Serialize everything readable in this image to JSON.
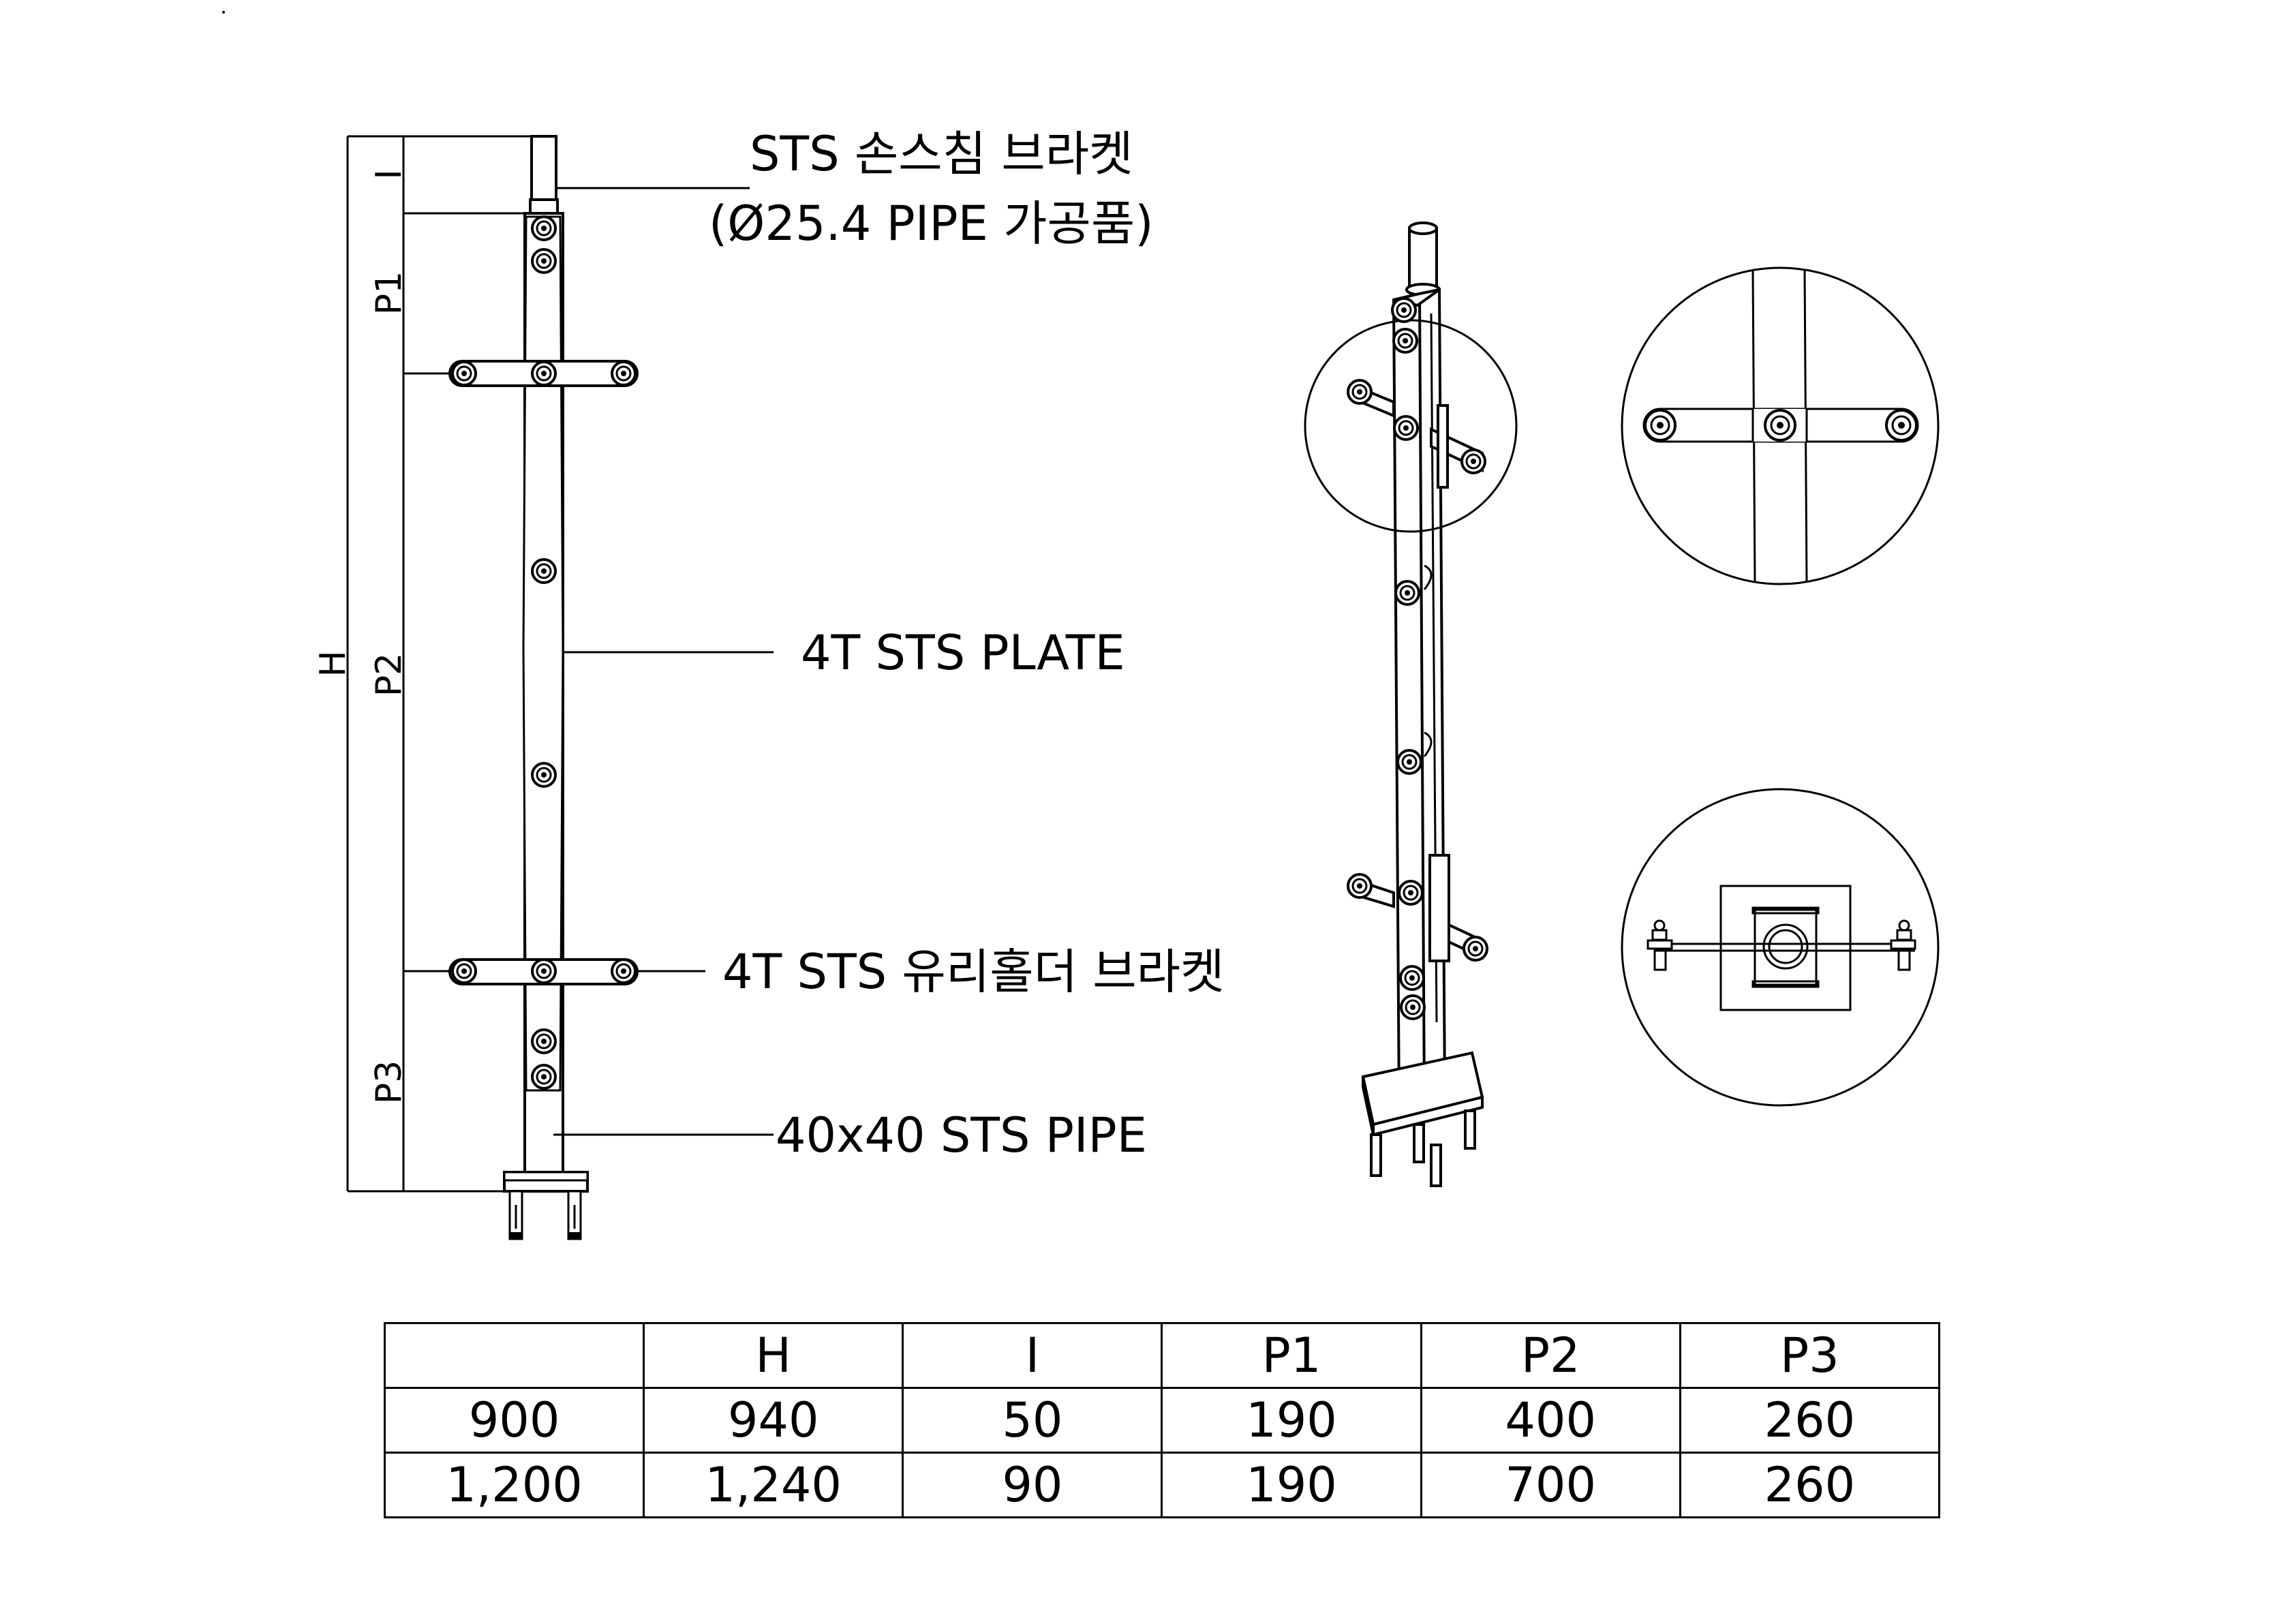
{
  "callouts": {
    "bracket_line1": "STS 손스침 브라켓",
    "bracket_line2": "(Ø25.4 PIPE 가공품)",
    "plate": "4T STS PLATE",
    "glass_holder": "4T STS 유리홀더 브라켓",
    "pipe": "40x40 STS PIPE"
  },
  "dimensions": {
    "H": "H",
    "I": "I",
    "P1": "P1",
    "P2": "P2",
    "P3": "P3"
  },
  "table": {
    "headers": [
      "",
      "H",
      "I",
      "P1",
      "P2",
      "P3"
    ],
    "rows": [
      [
        "900",
        "940",
        "50",
        "190",
        "400",
        "260"
      ],
      [
        "1,200",
        "1,240",
        "90",
        "190",
        "700",
        "260"
      ]
    ]
  }
}
